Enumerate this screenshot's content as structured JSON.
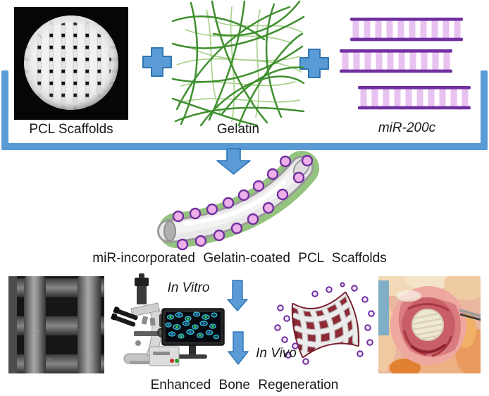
{
  "labels": {
    "pcl": "PCL Scaffolds",
    "gelatin": "Gelatin",
    "mir": "miR-200c",
    "product": "miR-incorporated Gelatin-coated PCL Scaffolds",
    "in_vitro": "In Vitro",
    "in_vivo": "In Vivo",
    "result": "Enhanced Bone Regeneration"
  },
  "icons": {
    "plus_1": "plus-icon",
    "plus_2": "plus-icon",
    "merge_bracket": "bracket-merge",
    "arrow_main": "down-arrow-icon",
    "arrow_in_vitro": "down-arrow-icon",
    "arrow_in_vivo": "down-arrow-icon"
  },
  "colors": {
    "accent_blue": "#5B9BD5",
    "accent_blue_dark": "#2E75B6",
    "gelatin_green_dark": "#3F8F2F",
    "gelatin_green_light": "#A9D18E",
    "mir_purple_dark": "#7030A0",
    "mir_purple_light": "#E8C2F1",
    "coating_green": "#93C47D",
    "mir_dot_pink": "#EEB0E8",
    "flag_maroon": "#8E2B36",
    "text": "#1A1A1A"
  }
}
